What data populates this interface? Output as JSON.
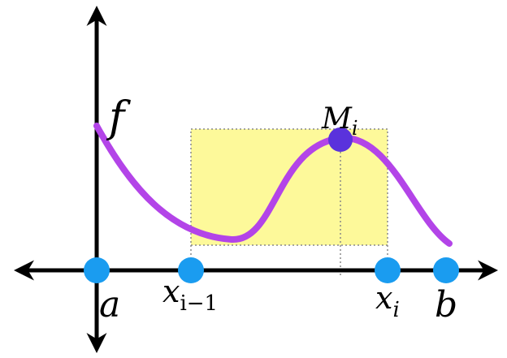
{
  "labels": {
    "function": "f",
    "max_point": "M",
    "max_point_sub": "i",
    "a": "a",
    "b": "b",
    "x_prev": "x",
    "x_prev_sub": "i−1",
    "x_i": "x",
    "x_i_sub": "i"
  },
  "colors": {
    "curve": "#b344e8",
    "point": "#1a9cf0",
    "max_point": "#5a32dc",
    "rectangle": "#fdf99a",
    "axis": "#000000"
  }
}
